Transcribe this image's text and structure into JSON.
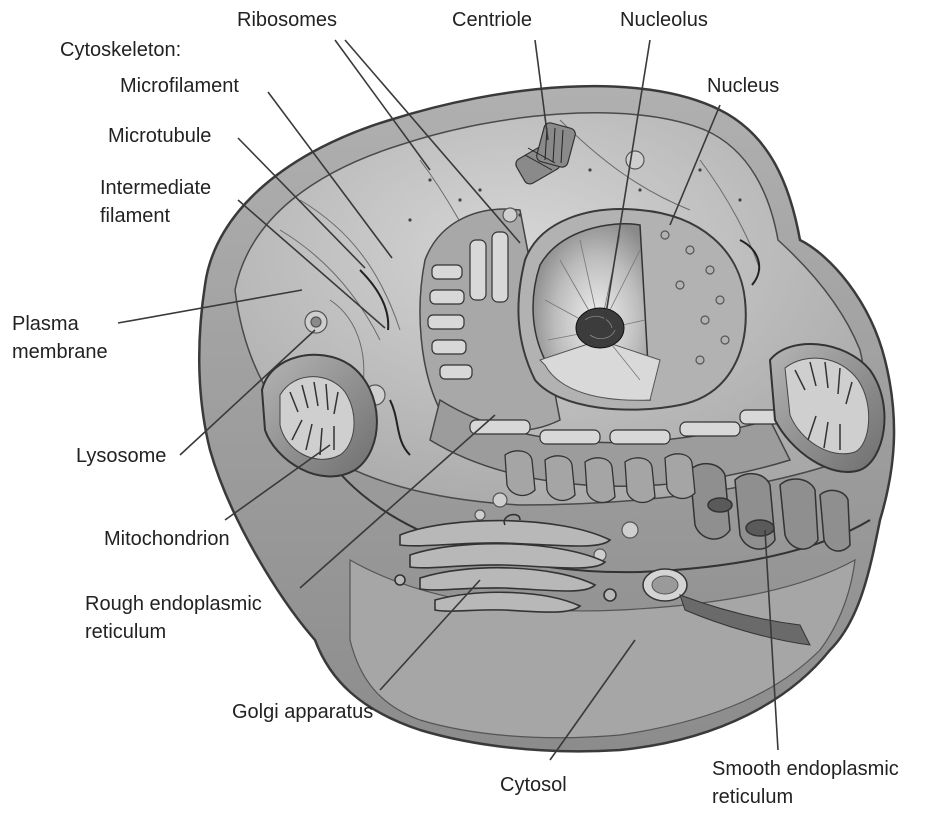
{
  "labels": {
    "cytoskeleton": "Cytoskeleton:",
    "microfilament": "Microfilament",
    "microtubule": "Microtubule",
    "intermediate_filament_1": "Intermediate",
    "intermediate_filament_2": "filament",
    "ribosomes": "Ribosomes",
    "centriole": "Centriole",
    "nucleolus": "Nucleolus",
    "nucleus": "Nucleus",
    "plasma_membrane_1": "Plasma",
    "plasma_membrane_2": "membrane",
    "lysosome": "Lysosome",
    "mitochondrion": "Mitochondrion",
    "rough_er_1": "Rough endoplasmic",
    "rough_er_2": "reticulum",
    "golgi": "Golgi apparatus",
    "cytosol": "Cytosol",
    "smooth_er_1": "Smooth endoplasmic",
    "smooth_er_2": "reticulum"
  },
  "colors": {
    "cell_body": "#9a9a9a",
    "cell_top": "#b8b8b8",
    "nucleus": "#c4c4c4",
    "outline": "#3a3a3a"
  }
}
